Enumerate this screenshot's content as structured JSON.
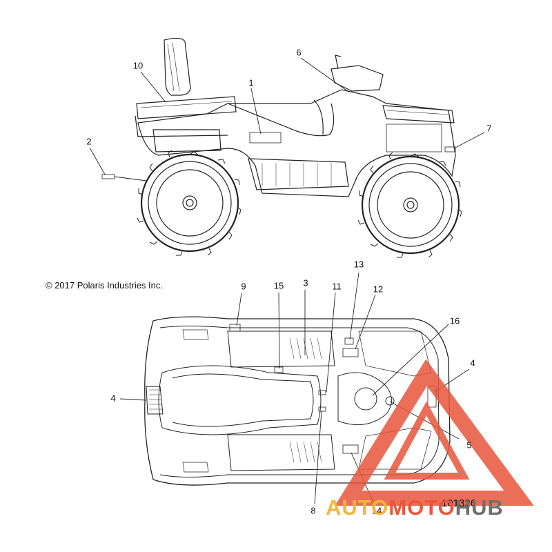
{
  "callouts": [
    {
      "id": "c1",
      "text": "1"
    },
    {
      "id": "c2",
      "text": "2"
    },
    {
      "id": "c3",
      "text": "3"
    },
    {
      "id": "c4a",
      "text": "4"
    },
    {
      "id": "c4b",
      "text": "4"
    },
    {
      "id": "c5",
      "text": "5"
    },
    {
      "id": "c6",
      "text": "6"
    },
    {
      "id": "c7",
      "text": "7"
    },
    {
      "id": "c8",
      "text": "8"
    },
    {
      "id": "c9",
      "text": "9"
    },
    {
      "id": "c10",
      "text": "10"
    },
    {
      "id": "c11",
      "text": "11"
    },
    {
      "id": "c12",
      "text": "12"
    },
    {
      "id": "c13",
      "text": "13"
    },
    {
      "id": "c14",
      "text": "14"
    },
    {
      "id": "c15",
      "text": "15"
    },
    {
      "id": "c16",
      "text": "16"
    }
  ],
  "copyright": "© 2017 Polaris Industries Inc.",
  "part_number": "101326",
  "watermark": {
    "part1": "AUTO",
    "part2": "MOTO",
    "part3": "HUB",
    "colors": {
      "yellow": "#f4b63c",
      "red": "#e8563b",
      "gray": "#6e6e6e"
    }
  }
}
